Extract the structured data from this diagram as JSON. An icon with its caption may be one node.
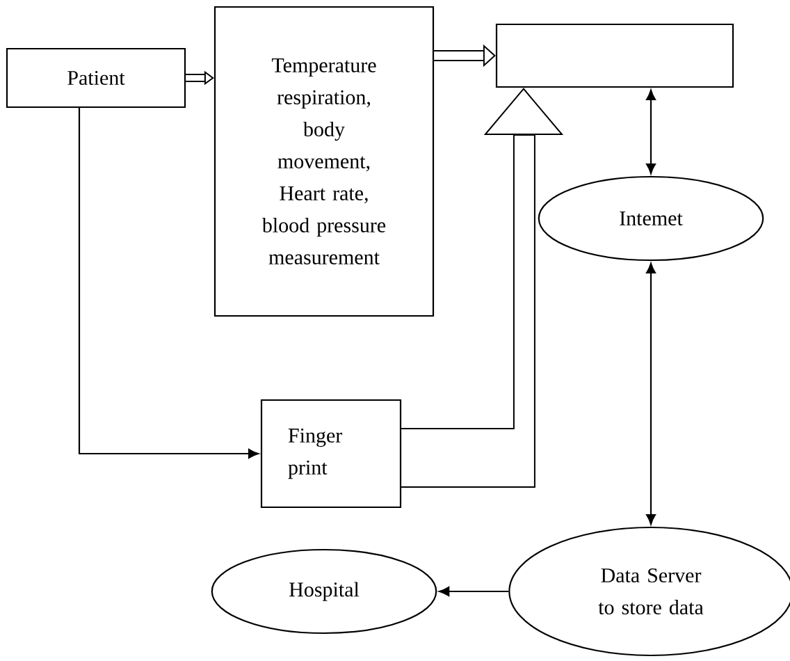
{
  "diagram": {
    "nodes": [
      {
        "text": [
          "Patient"
        ]
      },
      {
        "text": [
          "Temperature respiration, body movement, Heart rate, blood pressure measurement"
        ]
      },
      {
        "text": [],
        "shape": "box"
      },
      {
        "text": [
          "Intemet"
        ]
      },
      {
        "text": [
          "Finger print"
        ]
      },
      {
        "text": [
          "Data Server to store data"
        ]
      },
      {
        "text": [
          "Hospital"
        ]
      }
    ],
    "edges": [
      {
        "from": 0,
        "to": 1,
        "arrow": "to"
      },
      {
        "from": 1,
        "to": 2,
        "arrow": "to"
      },
      {
        "from": 4,
        "to": 2,
        "arrow": "to"
      },
      {
        "from": 2,
        "to": 3,
        "arrow": "both"
      },
      {
        "from": 3,
        "to": 5,
        "arrow": "both"
      },
      {
        "from": 5,
        "to": 6,
        "arrow": "to"
      },
      {
        "from": 0,
        "to": 4,
        "arrow": "to"
      }
    ]
  }
}
